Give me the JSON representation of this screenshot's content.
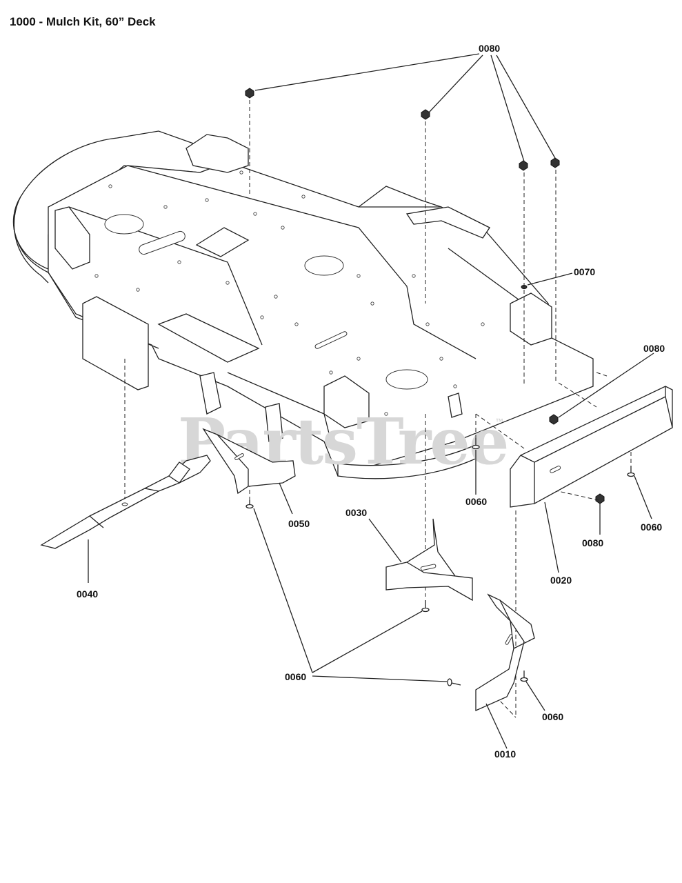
{
  "title": "1000 - Mulch Kit, 60” Deck",
  "watermark": "PartsTree",
  "watermark_tm": "™",
  "callouts": {
    "c0080_top": "0080",
    "c0070": "0070",
    "c0080_right": "0080",
    "c0060_a": "0060",
    "c0050": "0050",
    "c0030": "0030",
    "c0040": "0040",
    "c0080_lower": "0080",
    "c0060_b": "0060",
    "c0020": "0020",
    "c0060_left": "0060",
    "c0060_right": "0060",
    "c0010": "0010"
  }
}
